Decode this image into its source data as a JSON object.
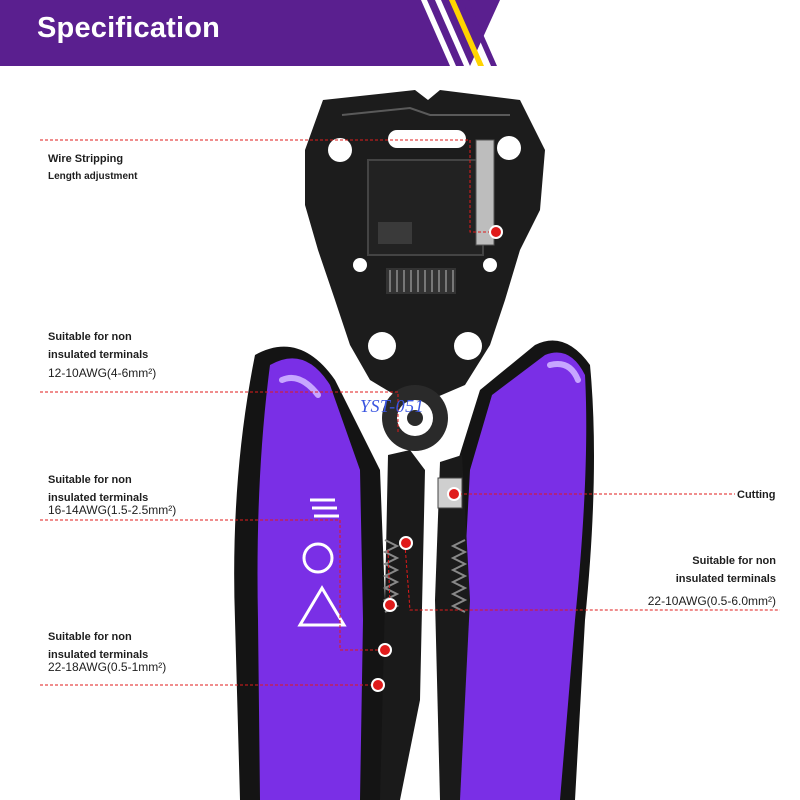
{
  "header": {
    "title": "Specification",
    "colors": {
      "bar": "#5a1f8f",
      "stripes": [
        "#ffd400",
        "#5a1f8f"
      ]
    }
  },
  "product": {
    "colors": {
      "handle": "#7a2fe6",
      "head": "#1c1c1c",
      "callout": "#e01b1b"
    }
  },
  "callouts": [
    {
      "title": "Wire Stripping",
      "subtitle": "Length adjustment"
    },
    {
      "title_line1": "Suitable for non",
      "title_line2": "insulated terminals",
      "spec": "12-10AWG(4-6mm²)"
    },
    {
      "title_line1": "Suitable for non",
      "title_line2": "insulated terminals",
      "spec": "16-14AWG(1.5-2.5mm²)"
    },
    {
      "title_line1": "Suitable for non",
      "title_line2": "insulated terminals",
      "spec": "22-18AWG(0.5-1mm²)"
    },
    {
      "title": "Cutting"
    },
    {
      "title_line1": "Suitable for non",
      "title_line2": "insulated terminals",
      "spec": "22-10AWG(0.5-6.0mm²)"
    }
  ],
  "watermark": "YST-051"
}
